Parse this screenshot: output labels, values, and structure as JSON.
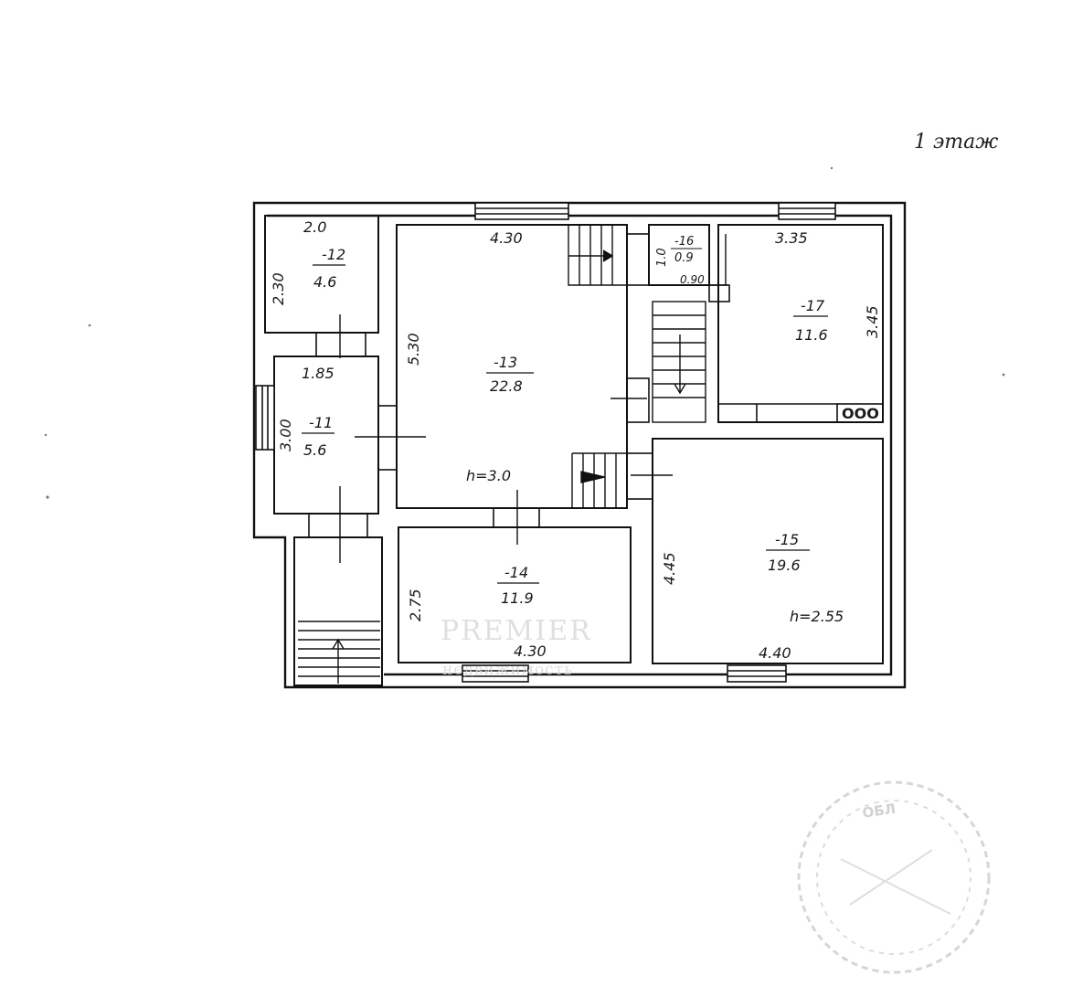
{
  "title": "1 этаж",
  "rooms": [
    {
      "id": "room-11",
      "number": "-11",
      "area": "5.6",
      "dim_w": "1.85",
      "dim_h": "3.00"
    },
    {
      "id": "room-12",
      "number": "-12",
      "area": "4.6",
      "dim_w": "2.0",
      "dim_h": "2.30"
    },
    {
      "id": "room-13",
      "number": "-13",
      "area": "22.8",
      "dim_w": "4.30",
      "dim_h": "5.30",
      "height": "h=3.0"
    },
    {
      "id": "room-14",
      "number": "-14",
      "area": "11.9",
      "dim_w": "4.30",
      "dim_h": "2.75"
    },
    {
      "id": "room-15",
      "number": "-15",
      "area": "19.6",
      "dim_w": "4.40",
      "dim_h": "4.45",
      "height": "h=2.55"
    },
    {
      "id": "room-16",
      "number": "-16",
      "area": "0.9",
      "dim_w": "0.90",
      "dim_h": "1.0"
    },
    {
      "id": "room-17",
      "number": "-17",
      "area": "11.6",
      "dim_w": "3.35",
      "dim_h": "3.45"
    }
  ],
  "stove": "OOO",
  "watermark": {
    "line1": "PREMIER",
    "line2": "недвижимость"
  },
  "stamp": {
    "text": "ОБЛ"
  }
}
